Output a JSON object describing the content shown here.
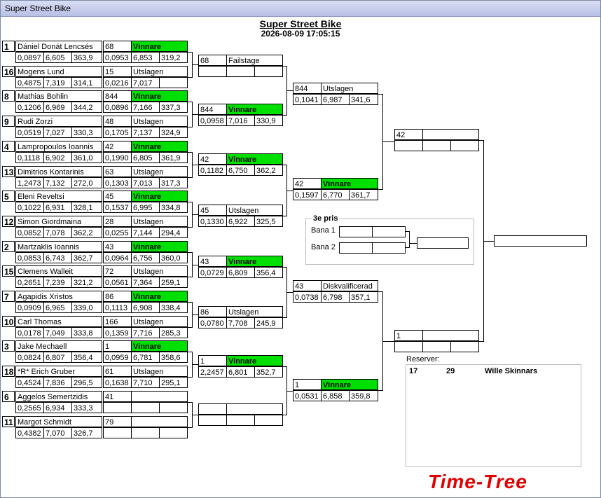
{
  "window_title": "Super Street Bike",
  "event": {
    "title": "Super Street Bike",
    "datetime": "2026-08-09 17:05:15"
  },
  "round1": [
    {
      "seed": "1",
      "name": "Dániel Donát Lencsés",
      "rt": "0,0897",
      "et": "6,605",
      "speed": "363,9"
    },
    {
      "seed": "16",
      "name": "Mogens Lund",
      "rt": "0,4875",
      "et": "7,319",
      "speed": "314,1"
    },
    {
      "seed": "8",
      "name": "Mathias Bohlin",
      "rt": "0,1206",
      "et": "6,969",
      "speed": "344,2"
    },
    {
      "seed": "9",
      "name": "Rudi Zorzi",
      "rt": "0,0519",
      "et": "7,027",
      "speed": "330,3"
    },
    {
      "seed": "4",
      "name": "Lampropoulos  Ioannis",
      "rt": "0,1118",
      "et": "6,902",
      "speed": "361,0"
    },
    {
      "seed": "13",
      "name": "Dimitrios Kontarinis",
      "rt": "1,2473",
      "et": "7,132",
      "speed": "272,0"
    },
    {
      "seed": "5",
      "name": "Eleni  Reveltsi",
      "rt": "0,1022",
      "et": "6,931",
      "speed": "328,1"
    },
    {
      "seed": "12",
      "name": "Simon Giordmaina",
      "rt": "0,0852",
      "et": "7,078",
      "speed": "362,2"
    },
    {
      "seed": "2",
      "name": "Martzaklis  Ioannis",
      "rt": "0,0853",
      "et": "6,743",
      "speed": "362,7"
    },
    {
      "seed": "15",
      "name": "Clemens Walleit",
      "rt": "0,2651",
      "et": "7,239",
      "speed": "321,2"
    },
    {
      "seed": "7",
      "name": "Agapidis Xristos",
      "rt": "0,0909",
      "et": "6,965",
      "speed": "339,0"
    },
    {
      "seed": "10",
      "name": "Carl  Thomas",
      "rt": "0,0178",
      "et": "7,049",
      "speed": "333,8"
    },
    {
      "seed": "3",
      "name": "Jake Mechaell",
      "rt": "0,0824",
      "et": "6,807",
      "speed": "356,4"
    },
    {
      "seed": "18",
      "name": "*R* Erich Gruber",
      "rt": "0,4524",
      "et": "7,836",
      "speed": "296,5"
    },
    {
      "seed": "6",
      "name": "Aggelos Semertzidis",
      "rt": "0,2565",
      "et": "6,934",
      "speed": "333,3"
    },
    {
      "seed": "11",
      "name": "Margot Schmidt",
      "rt": "0,4382",
      "et": "7,070",
      "speed": "326,7"
    }
  ],
  "round2": [
    {
      "num": "68",
      "status": "Vinnare",
      "win": true,
      "rt": "0,0953",
      "et": "6,853",
      "speed": "319,2"
    },
    {
      "num": "15",
      "status": "Utslagen",
      "win": false,
      "rt": "0,0216",
      "et": "7,017",
      "speed": ""
    },
    {
      "num": "844",
      "status": "Vinnare",
      "win": true,
      "rt": "0,0896",
      "et": "7,166",
      "speed": "337,3"
    },
    {
      "num": "48",
      "status": "Utslagen",
      "win": false,
      "rt": "0,1705",
      "et": "7,137",
      "speed": "324,9"
    },
    {
      "num": "42",
      "status": "Vinnare",
      "win": true,
      "rt": "0,1990",
      "et": "6,805",
      "speed": "361,9"
    },
    {
      "num": "63",
      "status": "Utslagen",
      "win": false,
      "rt": "0,1303",
      "et": "7,013",
      "speed": "317,3"
    },
    {
      "num": "45",
      "status": "Vinnare",
      "win": true,
      "rt": "0,1537",
      "et": "6,995",
      "speed": "334,8"
    },
    {
      "num": "28",
      "status": "Utslagen",
      "win": false,
      "rt": "0,0255",
      "et": "7,144",
      "speed": "294,4"
    },
    {
      "num": "43",
      "status": "Vinnare",
      "win": true,
      "rt": "0,0964",
      "et": "6,756",
      "speed": "360,0"
    },
    {
      "num": "72",
      "status": "Utslagen",
      "win": false,
      "rt": "0,0561",
      "et": "7,364",
      "speed": "259,1"
    },
    {
      "num": "86",
      "status": "Vinnare",
      "win": true,
      "rt": "0,1113",
      "et": "6,908",
      "speed": "338,4"
    },
    {
      "num": "166",
      "status": "Utslagen",
      "win": false,
      "rt": "0,1359",
      "et": "7,716",
      "speed": "285,3"
    },
    {
      "num": "1",
      "status": "Vinnare",
      "win": true,
      "rt": "0,0959",
      "et": "6,781",
      "speed": "358,6"
    },
    {
      "num": "61",
      "status": "Utslagen",
      "win": false,
      "rt": "0,1638",
      "et": "7,710",
      "speed": "295,1"
    },
    {
      "num": "41",
      "status": "",
      "win": false,
      "rt": "",
      "et": "",
      "speed": ""
    },
    {
      "num": "79",
      "status": "",
      "win": false,
      "rt": "",
      "et": "",
      "speed": ""
    }
  ],
  "round3": [
    {
      "num": "68",
      "status": "Failstage",
      "win": false,
      "rt": "",
      "et": "",
      "speed": ""
    },
    {
      "num": "844",
      "status": "Vinnare",
      "win": true,
      "rt": "0,0958",
      "et": "7,016",
      "speed": "330,9"
    },
    {
      "num": "42",
      "status": "Vinnare",
      "win": true,
      "rt": "0,1182",
      "et": "6,750",
      "speed": "362,2"
    },
    {
      "num": "45",
      "status": "Utslagen",
      "win": false,
      "rt": "0,1330",
      "et": "6,922",
      "speed": "325,5"
    },
    {
      "num": "43",
      "status": "Vinnare",
      "win": true,
      "rt": "0,0729",
      "et": "6,809",
      "speed": "356,4"
    },
    {
      "num": "86",
      "status": "Utslagen",
      "win": false,
      "rt": "0,0780",
      "et": "7,708",
      "speed": "245,9"
    },
    {
      "num": "1",
      "status": "Vinnare",
      "win": true,
      "rt": "2,2457",
      "et": "6,801",
      "speed": "352,7"
    },
    {
      "num": "",
      "status": "",
      "win": false,
      "rt": "",
      "et": "",
      "speed": ""
    }
  ],
  "round4": [
    {
      "num": "844",
      "status": "Utslagen",
      "win": false,
      "rt": "0,1041",
      "et": "6,987",
      "speed": "341,6"
    },
    {
      "num": "42",
      "status": "Vinnare",
      "win": true,
      "rt": "0,1597",
      "et": "6,770",
      "speed": "361,7"
    },
    {
      "num": "43",
      "status": "Diskvalificerad",
      "win": false,
      "rt": "0,0738",
      "et": "6,798",
      "speed": "357,1"
    },
    {
      "num": "1",
      "status": "Vinnare",
      "win": true,
      "rt": "0,0531",
      "et": "6,858",
      "speed": "359,8"
    }
  ],
  "semifinal": [
    {
      "num": "42",
      "status": "",
      "rt": "",
      "et": "",
      "speed": ""
    },
    {
      "num": "1",
      "status": "",
      "rt": "",
      "et": "",
      "speed": ""
    }
  ],
  "final": {
    "value": ""
  },
  "third_place": {
    "title": "3e pris",
    "lane1_label": "Bana 1",
    "lane2_label": "Bana 2",
    "lane1": "",
    "lane2": "",
    "result": ""
  },
  "reserves": {
    "label": "Reserver:",
    "entries": [
      {
        "num": "17",
        "num2": "29",
        "name": "Wille Skinnars"
      }
    ]
  },
  "logo_text": "Time-Tree"
}
